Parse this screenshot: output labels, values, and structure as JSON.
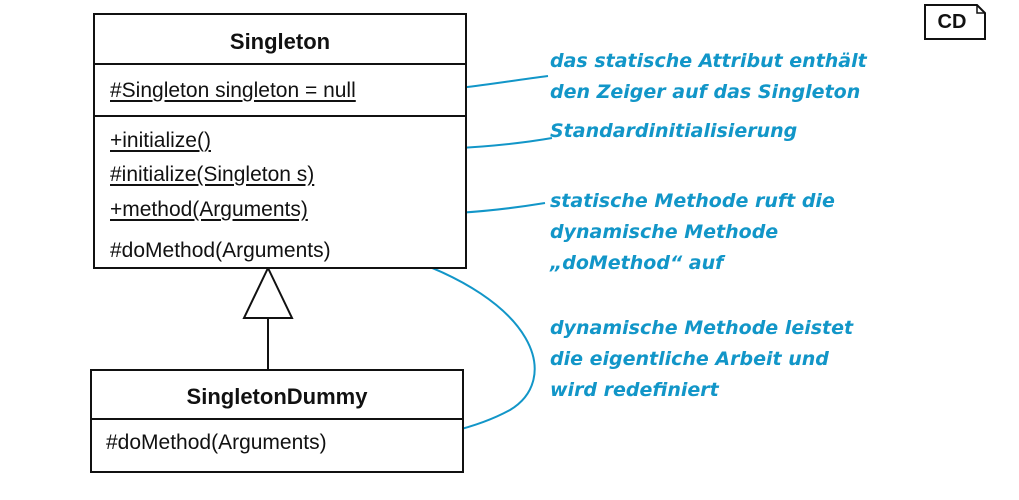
{
  "frame_label": "CD",
  "classes": {
    "singleton": {
      "name": "Singleton",
      "attribute": "#Singleton singleton = null",
      "methods": [
        "+initialize()",
        "#initialize(Singleton s)",
        "+method(Arguments)"
      ],
      "dynamic_method": "#doMethod(Arguments)"
    },
    "dummy": {
      "name": "SingletonDummy",
      "method": "#doMethod(Arguments)"
    }
  },
  "notes": {
    "attribute": [
      "das statische Attribut enthält",
      "den Zeiger auf das Singleton"
    ],
    "initialize": [
      "Standardinitialisierung"
    ],
    "method": [
      "statische Methode ruft die",
      "dynamische Methode",
      "„doMethod“ auf"
    ],
    "domethod": [
      "dynamische Methode leistet",
      "die eigentliche Arbeit und",
      "wird redefiniert"
    ]
  },
  "colors": {
    "annotation": "#1296c8",
    "lines": "#111111"
  }
}
